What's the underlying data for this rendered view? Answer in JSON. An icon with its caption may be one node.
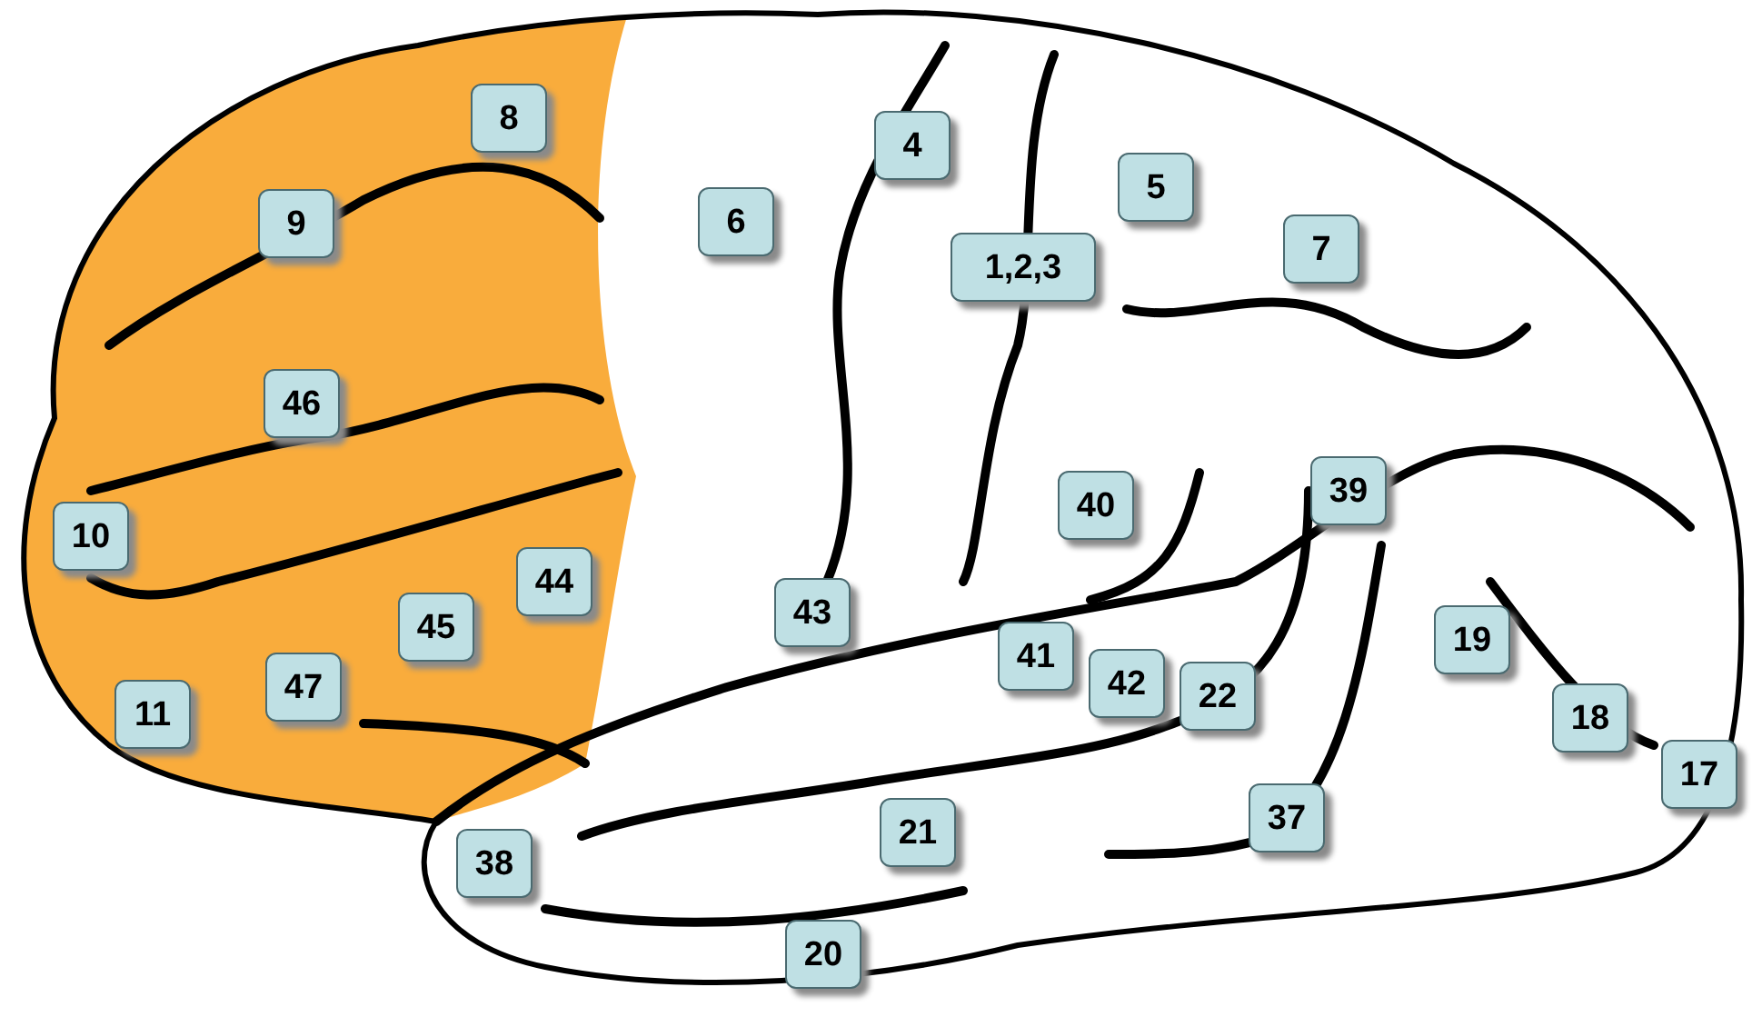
{
  "diagram": {
    "nodes": [
      {
        "text": [
          "8"
        ]
      },
      {
        "text": [
          "4"
        ]
      },
      {
        "text": [
          "5"
        ]
      },
      {
        "text": [
          "9"
        ]
      },
      {
        "text": [
          "6"
        ]
      },
      {
        "text": [
          "1,2,3"
        ]
      },
      {
        "text": [
          "7"
        ]
      },
      {
        "text": [
          "46"
        ]
      },
      {
        "text": [
          "40"
        ]
      },
      {
        "text": [
          "39"
        ]
      },
      {
        "text": [
          "10"
        ]
      },
      {
        "text": [
          "44"
        ]
      },
      {
        "text": [
          "43"
        ]
      },
      {
        "text": [
          "45"
        ]
      },
      {
        "text": [
          "19"
        ]
      },
      {
        "text": [
          "41"
        ]
      },
      {
        "text": [
          "42"
        ]
      },
      {
        "text": [
          "47"
        ]
      },
      {
        "text": [
          "22"
        ]
      },
      {
        "text": [
          "11"
        ]
      },
      {
        "text": [
          "18"
        ]
      },
      {
        "text": [
          "17"
        ]
      },
      {
        "text": [
          "37"
        ]
      },
      {
        "text": [
          "21"
        ]
      },
      {
        "text": [
          "38"
        ]
      },
      {
        "text": [
          "20"
        ]
      }
    ]
  }
}
